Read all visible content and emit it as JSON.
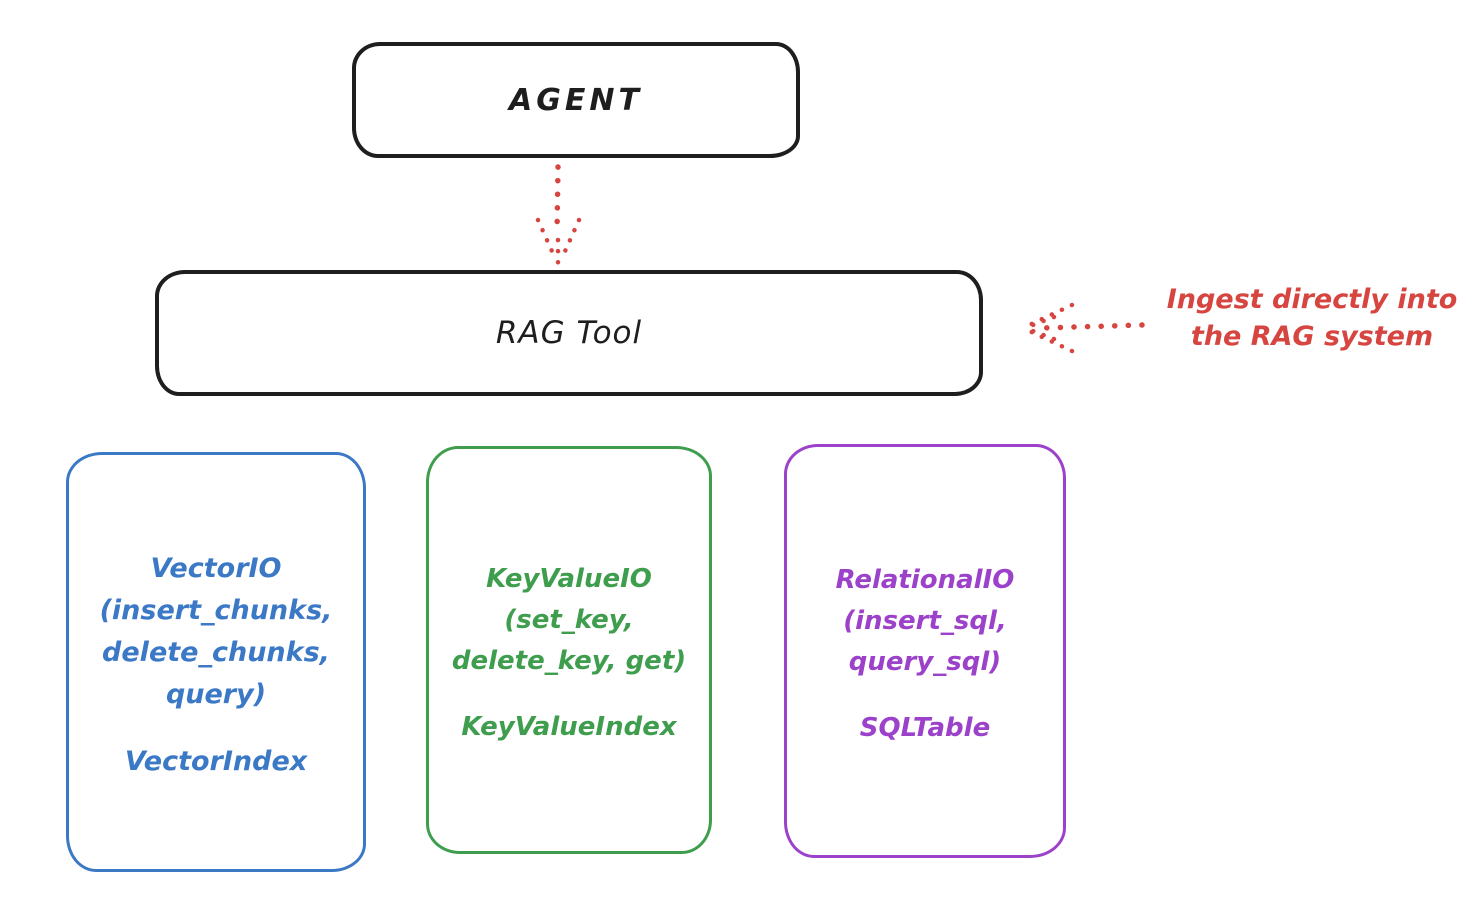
{
  "colors": {
    "ink": "#1e1e1e",
    "red": "#d64540",
    "blue": "#3b78c5",
    "green": "#3f9e4d",
    "purple": "#9c41c9",
    "background": "#ffffff"
  },
  "nodes": {
    "agent": {
      "label": "AGENT"
    },
    "rag_tool": {
      "label": "RAG Tool"
    }
  },
  "annotation": {
    "line1": "Ingest directly into",
    "line2": "the RAG system"
  },
  "storage_boxes": {
    "vector": {
      "title_lines": [
        "VectorIO",
        "(insert_chunks,",
        "delete_chunks,",
        "query)"
      ],
      "footer": "VectorIndex"
    },
    "keyvalue": {
      "title_lines": [
        "KeyValueIO",
        "(set_key,",
        "delete_key, get)"
      ],
      "footer": "KeyValueIndex"
    },
    "relational": {
      "title_lines": [
        "RelationalIO",
        "(insert_sql,",
        "query_sql)"
      ],
      "footer": "SQLTable"
    }
  },
  "edges": {
    "agent_to_rag_tool": "dotted arrow down",
    "annotation_to_rag_tool": "dotted arrow left"
  }
}
